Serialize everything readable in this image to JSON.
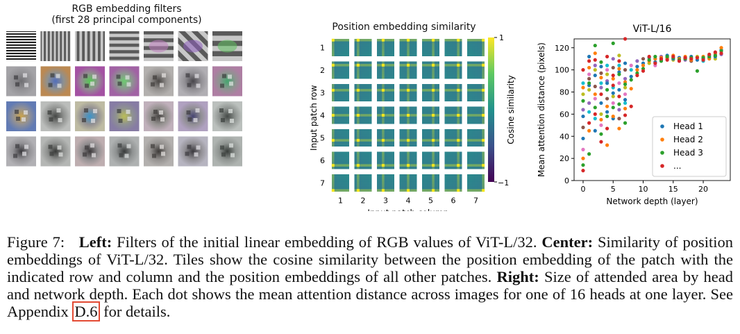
{
  "left_panel": {
    "title_line1": "RGB embedding filters",
    "title_line2": "(first 28 principal components)",
    "grid": {
      "rows": 4,
      "cols": 7
    }
  },
  "center_panel": {
    "title": "Position embedding similarity",
    "ylabel": "Input patch row",
    "xlabel": "Input patch column",
    "row_ticks": [
      "1",
      "2",
      "3",
      "4",
      "5",
      "6",
      "7"
    ],
    "col_ticks": [
      "1",
      "2",
      "3",
      "4",
      "5",
      "6",
      "7"
    ],
    "colorbar_label": "Cosine similarity",
    "colorbar_max": "1",
    "colorbar_min": "−1",
    "colors": {
      "high": "#f4e61e",
      "mid": "#2a8e8c",
      "low": "#3b1d6b"
    }
  },
  "chart_data": {
    "type": "scatter",
    "title": "ViT-L/16",
    "xlabel": "Network depth (layer)",
    "ylabel": "Mean attention distance (pixels)",
    "xlim": [
      -1.5,
      24.5
    ],
    "ylim": [
      0,
      128
    ],
    "xticks": [
      0,
      5,
      10,
      15,
      20
    ],
    "yticks": [
      0,
      20,
      40,
      60,
      80,
      100,
      120
    ],
    "legend": "lower-right",
    "grid": false,
    "series": [
      {
        "name": "Head 1",
        "color": "#1f77b4",
        "points": [
          [
            0,
            38
          ],
          [
            0,
            58
          ],
          [
            1,
            86
          ],
          [
            1,
            112
          ],
          [
            2,
            95
          ],
          [
            2,
            45
          ],
          [
            3,
            70
          ],
          [
            3,
            103
          ],
          [
            4,
            62
          ],
          [
            4,
            88
          ],
          [
            5,
            79
          ],
          [
            5,
            56
          ],
          [
            6,
            82
          ],
          [
            6,
            98
          ],
          [
            7,
            73
          ],
          [
            7,
            106
          ],
          [
            8,
            94
          ],
          [
            9,
            103
          ],
          [
            10,
            106
          ],
          [
            11,
            111
          ],
          [
            12,
            107
          ],
          [
            13,
            109
          ],
          [
            14,
            113
          ],
          [
            15,
            110
          ],
          [
            16,
            111
          ],
          [
            17,
            111
          ],
          [
            18,
            112
          ],
          [
            19,
            109
          ],
          [
            20,
            110
          ],
          [
            21,
            113
          ],
          [
            22,
            112
          ],
          [
            23,
            118
          ]
        ]
      },
      {
        "name": "Head 2",
        "color": "#ff7f0e",
        "points": [
          [
            0,
            20
          ],
          [
            0,
            84
          ],
          [
            1,
            45
          ],
          [
            1,
            102
          ],
          [
            2,
            78
          ],
          [
            2,
            115
          ],
          [
            3,
            55
          ],
          [
            3,
            93
          ],
          [
            4,
            32
          ],
          [
            4,
            67
          ],
          [
            5,
            58
          ],
          [
            5,
            92
          ],
          [
            6,
            47
          ],
          [
            6,
            101
          ],
          [
            7,
            65
          ],
          [
            7,
            89
          ],
          [
            8,
            83
          ],
          [
            9,
            100
          ],
          [
            10,
            104
          ],
          [
            11,
            108
          ],
          [
            12,
            110
          ],
          [
            13,
            111
          ],
          [
            14,
            110
          ],
          [
            15,
            113
          ],
          [
            16,
            110
          ],
          [
            17,
            112
          ],
          [
            18,
            109
          ],
          [
            19,
            111
          ],
          [
            20,
            112
          ],
          [
            21,
            110
          ],
          [
            22,
            115
          ],
          [
            23,
            120
          ]
        ]
      },
      {
        "name": "Head 3",
        "color": "#2ca02c",
        "points": [
          [
            0,
            14
          ],
          [
            0,
            72
          ],
          [
            1,
            24
          ],
          [
            1,
            88
          ],
          [
            2,
            66
          ],
          [
            2,
            122
          ],
          [
            3,
            42
          ],
          [
            3,
            107
          ],
          [
            4,
            58
          ],
          [
            4,
            82
          ],
          [
            5,
            66
          ],
          [
            5,
            124
          ],
          [
            6,
            69
          ],
          [
            6,
            96
          ],
          [
            7,
            52
          ],
          [
            7,
            87
          ],
          [
            8,
            91
          ],
          [
            9,
            97
          ],
          [
            10,
            101
          ],
          [
            11,
            109
          ],
          [
            12,
            112
          ],
          [
            13,
            108
          ],
          [
            14,
            112
          ],
          [
            15,
            111
          ],
          [
            16,
            109
          ],
          [
            17,
            110
          ],
          [
            18,
            111
          ],
          [
            19,
            99
          ],
          [
            20,
            111
          ],
          [
            21,
            112
          ],
          [
            22,
            113
          ],
          [
            23,
            117
          ]
        ]
      },
      {
        "name": "...",
        "color": "#d62728",
        "points": [
          [
            0,
            9
          ],
          [
            0,
            100
          ],
          [
            1,
            52
          ],
          [
            1,
            108
          ],
          [
            2,
            60
          ],
          [
            2,
            109
          ],
          [
            3,
            35
          ],
          [
            3,
            78
          ],
          [
            4,
            47
          ],
          [
            4,
            112
          ],
          [
            5,
            86
          ],
          [
            5,
            95
          ],
          [
            6,
            76
          ],
          [
            6,
            108
          ],
          [
            7,
            59
          ],
          [
            7,
            128
          ],
          [
            8,
            67
          ],
          [
            9,
            95
          ],
          [
            10,
            99
          ],
          [
            11,
            112
          ],
          [
            12,
            106
          ],
          [
            13,
            110
          ],
          [
            14,
            109
          ],
          [
            15,
            112
          ],
          [
            16,
            108
          ],
          [
            17,
            111
          ],
          [
            18,
            110
          ],
          [
            19,
            111
          ],
          [
            20,
            109
          ],
          [
            21,
            114
          ],
          [
            22,
            116
          ],
          [
            23,
            115
          ]
        ]
      }
    ],
    "extra_points": [
      {
        "color": "#e377c2",
        "points": [
          [
            0,
            28
          ],
          [
            1,
            96
          ],
          [
            2,
            74
          ],
          [
            3,
            50
          ],
          [
            4,
            100
          ],
          [
            5,
            70
          ],
          [
            6,
            88
          ],
          [
            7,
            78
          ],
          [
            8,
            104
          ],
          [
            12,
            104
          ],
          [
            16,
            108
          ],
          [
            22,
            114
          ]
        ]
      },
      {
        "color": "#9467bd",
        "points": [
          [
            0,
            64
          ],
          [
            1,
            70
          ],
          [
            2,
            104
          ],
          [
            3,
            84
          ],
          [
            4,
            90
          ],
          [
            5,
            110
          ],
          [
            6,
            64
          ],
          [
            7,
            92
          ],
          [
            9,
            108
          ],
          [
            13,
            112
          ],
          [
            17,
            109
          ],
          [
            23,
            114
          ]
        ]
      },
      {
        "color": "#8c564b",
        "points": [
          [
            0,
            48
          ],
          [
            1,
            92
          ],
          [
            2,
            85
          ],
          [
            3,
            97
          ],
          [
            4,
            74
          ],
          [
            5,
            102
          ],
          [
            6,
            56
          ],
          [
            7,
            100
          ],
          [
            10,
            110
          ],
          [
            14,
            111
          ],
          [
            18,
            108
          ],
          [
            21,
            111
          ]
        ]
      },
      {
        "color": "#bcbd22",
        "points": [
          [
            0,
            78
          ],
          [
            1,
            82
          ],
          [
            2,
            100
          ],
          [
            3,
            60
          ],
          [
            4,
            96
          ],
          [
            5,
            76
          ],
          [
            6,
            113
          ],
          [
            7,
            84
          ],
          [
            11,
            106
          ],
          [
            15,
            109
          ],
          [
            19,
            112
          ],
          [
            22,
            110
          ]
        ]
      },
      {
        "color": "#17becf",
        "points": [
          [
            0,
            88
          ],
          [
            1,
            62
          ],
          [
            2,
            56
          ],
          [
            3,
            88
          ],
          [
            4,
            104
          ],
          [
            5,
            84
          ],
          [
            6,
            104
          ],
          [
            7,
            70
          ],
          [
            8,
            100
          ],
          [
            12,
            110
          ],
          [
            16,
            111
          ],
          [
            20,
            108
          ]
        ]
      }
    ]
  },
  "caption": {
    "fig_label": "Figure 7:",
    "left_label": "Left:",
    "left_text": "Filters of the initial linear embedding of RGB values of ViT-L/32.",
    "center_label": "Center:",
    "center_text": "Similarity of position embeddings of ViT-L/32. Tiles show the cosine similarity between the position embedding of the patch with the indicated row and column and the position embeddings of all other patches.",
    "right_label": "Right:",
    "right_text": "Size of attended area by head and network depth. Each dot shows the mean attention distance across images for one of 16 heads at one layer. See Appendix",
    "appendix_ref": "D.6",
    "tail": "for details."
  }
}
